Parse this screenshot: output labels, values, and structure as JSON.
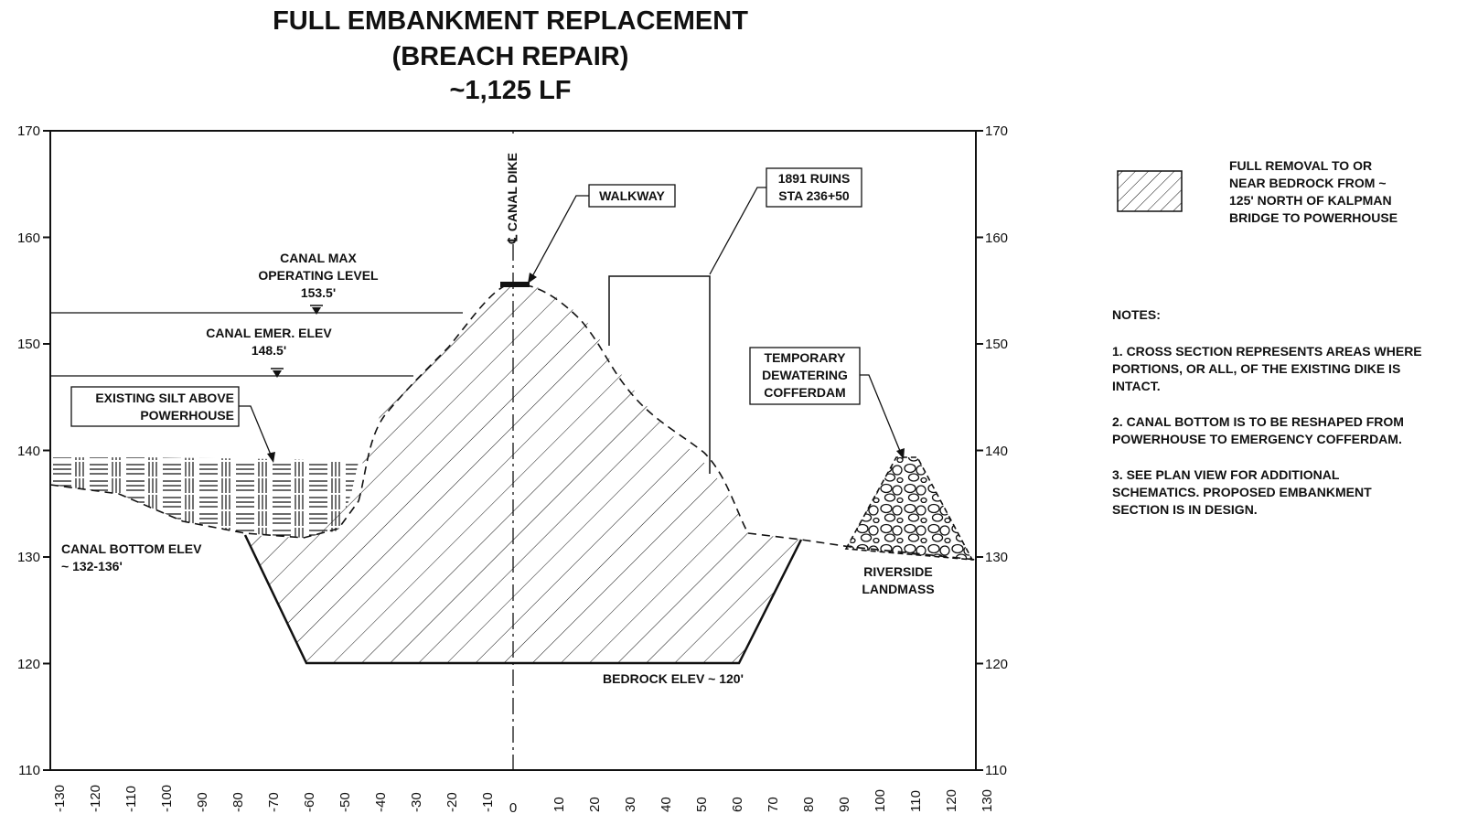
{
  "title": {
    "line1": "FULL EMBANKMENT REPLACEMENT",
    "line2": "(BREACH REPAIR)",
    "line3": "~1,125 LF"
  },
  "axes": {
    "y_ticks": [
      "170",
      "160",
      "150",
      "140",
      "130",
      "120",
      "110"
    ],
    "x_ticks": [
      "-130",
      "-120",
      "-110",
      "-100",
      "-90",
      "-80",
      "-70",
      "-60",
      "-50",
      "-40",
      "-30",
      "-20",
      "-10",
      "0",
      "10",
      "20",
      "30",
      "40",
      "50",
      "60",
      "70",
      "80",
      "90",
      "100",
      "110",
      "120",
      "130"
    ]
  },
  "labels": {
    "centerline": "℄ CANAL DIKE",
    "walkway": "WALKWAY",
    "ruins_1": "1891 RUINS",
    "ruins_2": "STA 236+50",
    "max_op_1": "CANAL MAX",
    "max_op_2": "OPERATING LEVEL",
    "max_op_3": "153.5'",
    "emer_1": "CANAL EMER. ELEV",
    "emer_2": "148.5'",
    "silt_1": "EXISTING SILT ABOVE",
    "silt_2": "POWERHOUSE",
    "cofferdam_1": "TEMPORARY",
    "cofferdam_2": "DEWATERING",
    "cofferdam_3": "COFFERDAM",
    "canal_bottom_1": "CANAL BOTTOM ELEV",
    "canal_bottom_2": "~ 132-136'",
    "riverside_1": "RIVERSIDE",
    "riverside_2": "LANDMASS",
    "bedrock": "BEDROCK ELEV ~ 120'"
  },
  "legend": {
    "line1": "FULL REMOVAL TO OR",
    "line2": "NEAR BEDROCK FROM ~",
    "line3": "125' NORTH OF KALPMAN",
    "line4": "BRIDGE TO POWERHOUSE"
  },
  "notes": {
    "heading": "NOTES:",
    "n1_1": "1. CROSS SECTION REPRESENTS  AREAS WHERE",
    "n1_2": "PORTIONS, OR ALL, OF THE EXISTING DIKE IS",
    "n1_3": "INTACT.",
    "n2_1": "2. CANAL BOTTOM IS TO BE RESHAPED FROM",
    "n2_2": "POWERHOUSE TO EMERGENCY COFFERDAM.",
    "n3_1": "3. SEE PLAN VIEW FOR ADDITIONAL",
    "n3_2": "SCHEMATICS. PROPOSED EMBANKMENT",
    "n3_3": "SECTION IS IN DESIGN."
  },
  "colors": {
    "ink": "#111111",
    "paper": "#ffffff"
  }
}
